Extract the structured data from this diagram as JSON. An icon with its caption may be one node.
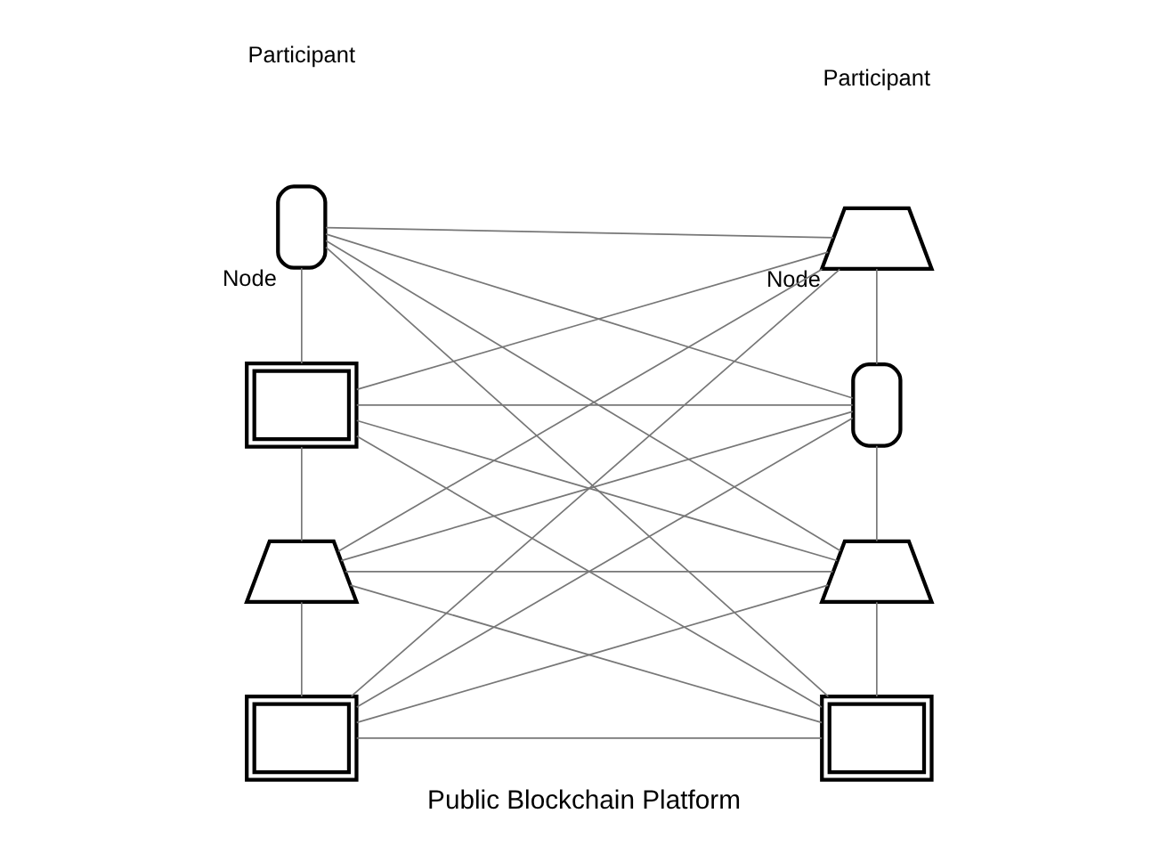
{
  "diagram": {
    "caption": "Public Blockchain Platform",
    "nodes": [
      {
        "text": [],
        "shape": "phone",
        "beside": [
          "Node"
        ]
      },
      {
        "text": [],
        "shape": "monitor"
      },
      {
        "text": [],
        "shape": "laptop"
      },
      {
        "text": [],
        "shape": "monitor"
      },
      {
        "text": [],
        "shape": "laptop",
        "beside": [
          "Node"
        ]
      },
      {
        "text": [],
        "shape": "phone"
      },
      {
        "text": [],
        "shape": "laptop"
      },
      {
        "text": [],
        "shape": "monitor"
      }
    ],
    "edges": [
      {
        "from": 0,
        "to": 1,
        "arrow": "none"
      },
      {
        "from": 1,
        "to": 2,
        "arrow": "none"
      },
      {
        "from": 2,
        "to": 3,
        "arrow": "none"
      },
      {
        "from": 4,
        "to": 5,
        "arrow": "none"
      },
      {
        "from": 5,
        "to": 6,
        "arrow": "none"
      },
      {
        "from": 6,
        "to": 7,
        "arrow": "none"
      },
      {
        "from": 0,
        "to": 4,
        "arrow": "none"
      },
      {
        "from": 0,
        "to": 5,
        "arrow": "none"
      },
      {
        "from": 0,
        "to": 6,
        "arrow": "none"
      },
      {
        "from": 0,
        "to": 7,
        "arrow": "none"
      },
      {
        "from": 1,
        "to": 4,
        "arrow": "none"
      },
      {
        "from": 1,
        "to": 5,
        "arrow": "none"
      },
      {
        "from": 1,
        "to": 6,
        "arrow": "none"
      },
      {
        "from": 1,
        "to": 7,
        "arrow": "none"
      },
      {
        "from": 2,
        "to": 4,
        "arrow": "none"
      },
      {
        "from": 2,
        "to": 5,
        "arrow": "none"
      },
      {
        "from": 2,
        "to": 6,
        "arrow": "none"
      },
      {
        "from": 2,
        "to": 7,
        "arrow": "none"
      },
      {
        "from": 3,
        "to": 4,
        "arrow": "none"
      },
      {
        "from": 3,
        "to": 5,
        "arrow": "none"
      },
      {
        "from": 3,
        "to": 6,
        "arrow": "none"
      },
      {
        "from": 3,
        "to": 7,
        "arrow": "none"
      }
    ],
    "labels": [
      "Participant",
      "Participant"
    ]
  }
}
